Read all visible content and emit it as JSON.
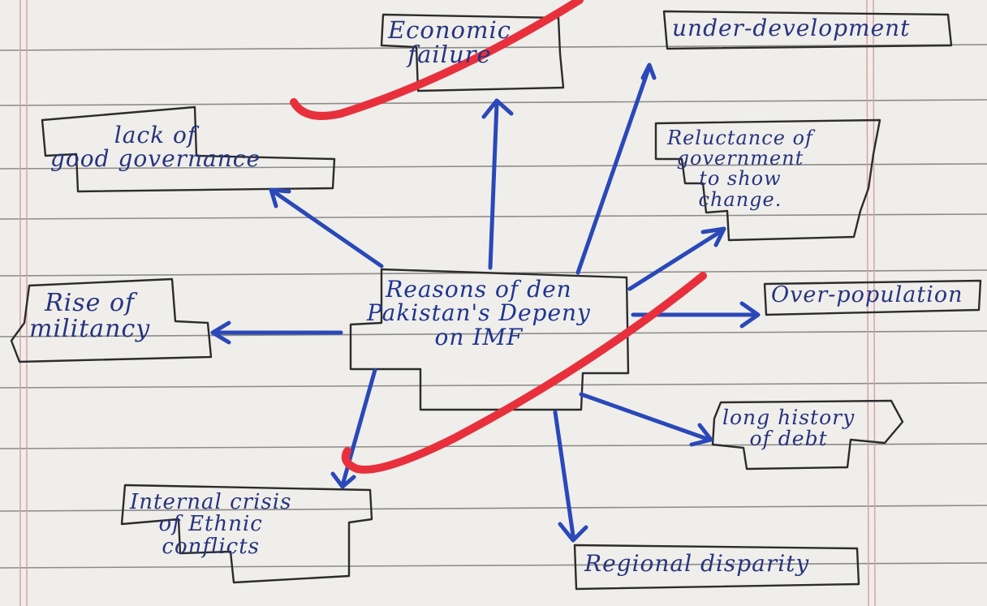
{
  "diagram": {
    "center": "Reasons of den\nPakistan's Depeny\non IMF",
    "nodes": {
      "economic_failure": "Economic\nfailure",
      "under_development": "under-development",
      "lack_of_good_governance": "lack of\ngood governance",
      "reluctance_of_government": "Reluctance of\ngovernment\nto show\nchange.",
      "rise_of_militancy": "Rise of\nmilitancy",
      "over_population": "Over-population",
      "long_history_of_debt": "long history\nof debt",
      "internal_crisis": "Internal crisis\nof Ethnic\nconflicts",
      "regional_disparity": "Regional disparity"
    }
  },
  "colors": {
    "paper": "#efeeeb",
    "rule_line": "#6d6b69",
    "margin_line": "#d9a3a3",
    "ink_blue": "#2a48b8",
    "box_ink": "#2c2c2c",
    "red_mark": "#e8303d"
  }
}
